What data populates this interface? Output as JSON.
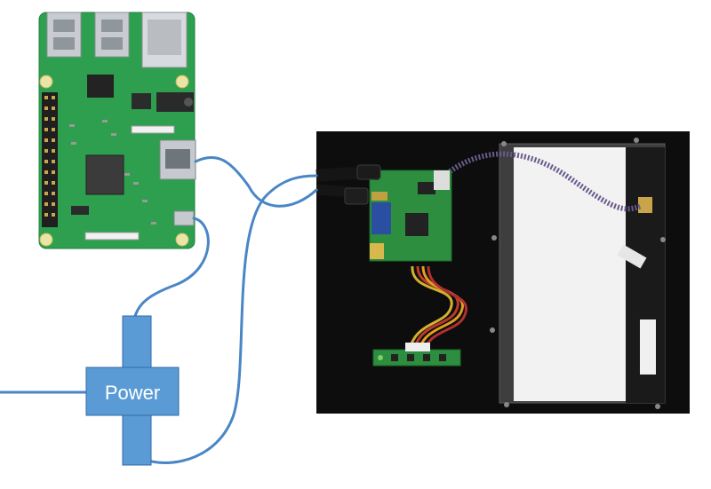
{
  "diagram": {
    "power_label": "Power",
    "colors": {
      "cable": "#4a86c5",
      "power_box": "#5b9bd5",
      "power_box_border": "#2f6aa8",
      "pcb": "#2e9e4f",
      "photo_bg": "#0d0d0d"
    },
    "nodes": [
      {
        "name": "raspberry-pi-board",
        "icon": "raspberry-pi-icon"
      },
      {
        "name": "hdmi-lcd-kit-photo",
        "icon": "lcd-panel-icon"
      },
      {
        "name": "power-splitter",
        "icon": "power-cross-icon"
      }
    ]
  }
}
